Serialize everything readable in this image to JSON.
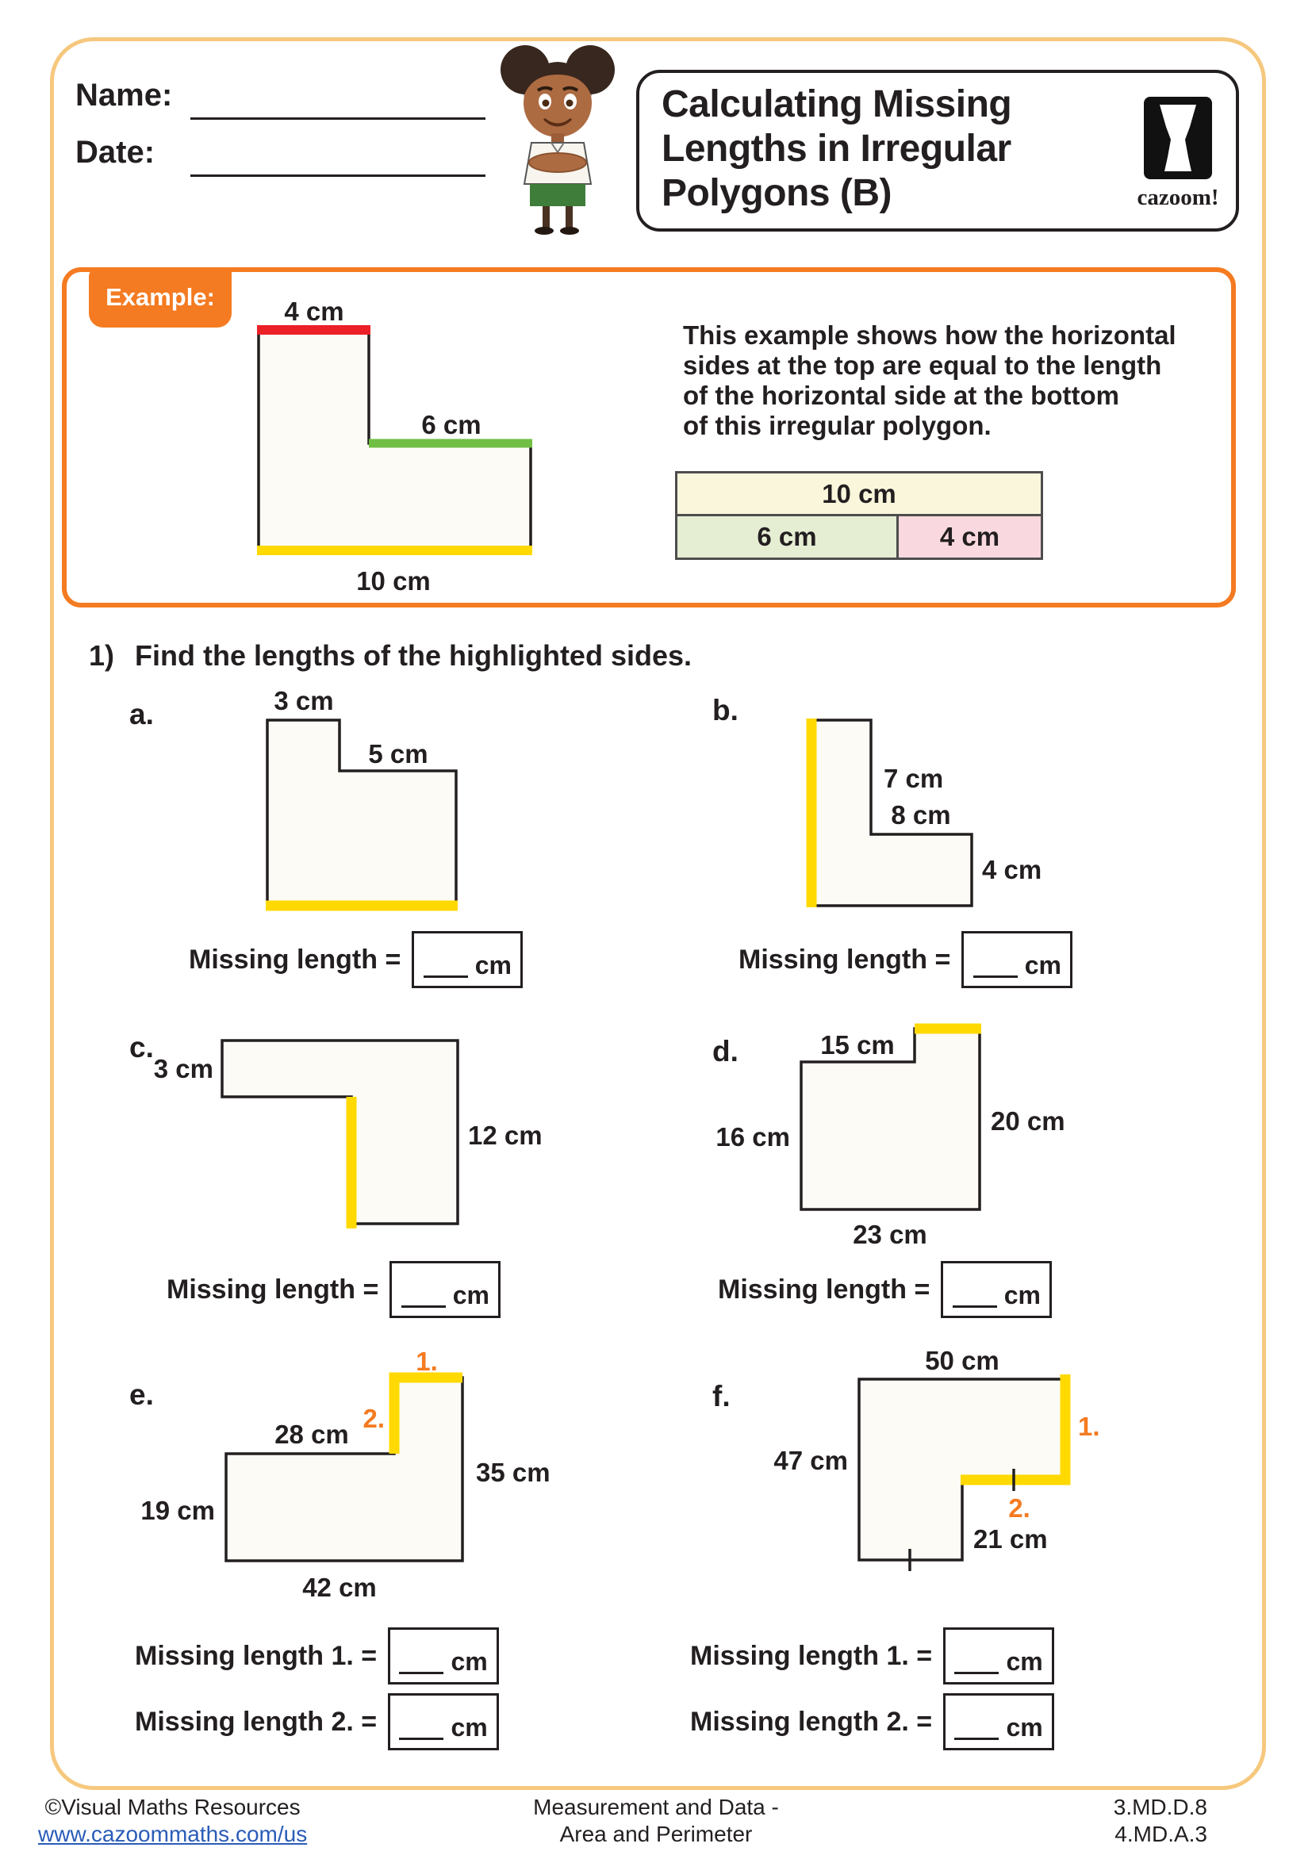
{
  "page": {
    "name_label": "Name:",
    "date_label": "Date:",
    "title_line1": "Calculating Missing",
    "title_line2": "Lengths in Irregular",
    "title_line3": "Polygons (B)",
    "logo_text": "cazoom!"
  },
  "example": {
    "tab_label": "Example:",
    "description_line1": "This example shows how the horizontal",
    "description_line2": "sides at the top are equal to the length",
    "description_line3": "of the horizontal side at the bottom",
    "description_line4": "of this irregular polygon.",
    "shape": {
      "top_label": "4 cm",
      "middle_label": "6 cm",
      "bottom_label": "10 cm"
    },
    "bar": {
      "total_label": "10 cm",
      "left_label": "6 cm",
      "right_label": "4 cm"
    }
  },
  "question1": {
    "number": "1)",
    "prompt": "Find the lengths of the highlighted sides."
  },
  "problems": {
    "a": {
      "letter": "a.",
      "label_top": "3 cm",
      "label_step": "5 cm"
    },
    "b": {
      "letter": "b.",
      "label_v1": "7 cm",
      "label_h": "8 cm",
      "label_v2": "4 cm"
    },
    "c": {
      "letter": "c.",
      "label_left": "3 cm",
      "label_right": "12 cm"
    },
    "d": {
      "letter": "d.",
      "label_top": "15 cm",
      "label_left": "16 cm",
      "label_right": "20 cm",
      "label_bottom": "23 cm"
    },
    "e": {
      "letter": "e.",
      "marker1": "1.",
      "marker2": "2.",
      "label_top": "28 cm",
      "label_left": "19 cm",
      "label_right": "35 cm",
      "label_bottom": "42 cm"
    },
    "f": {
      "letter": "f.",
      "marker1": "1.",
      "marker2": "2.",
      "label_top": "50 cm",
      "label_left": "47 cm",
      "label_inner": "21 cm"
    }
  },
  "answers": {
    "single_label": "Missing length =",
    "label_1": "Missing length 1. =",
    "label_2": "Missing length 2. =",
    "unit": "cm"
  },
  "footer": {
    "copyright": "©Visual Maths Resources",
    "url": "www.cazoommaths.com/us",
    "center_line1": "Measurement and Data -",
    "center_line2": "Area and Perimeter",
    "standard1": "3.MD.D.8",
    "standard2": "4.MD.A.3"
  },
  "colors": {
    "accent_orange": "#f47b21",
    "highlight_yellow": "#ffd900",
    "edge_red": "#ec2027",
    "edge_green": "#70bf44",
    "page_border": "#f6c87e",
    "bar_cream": "#faf6dc",
    "bar_green": "#e5edd3",
    "bar_pink": "#f9d9df",
    "link_blue": "#2a5cb8"
  }
}
